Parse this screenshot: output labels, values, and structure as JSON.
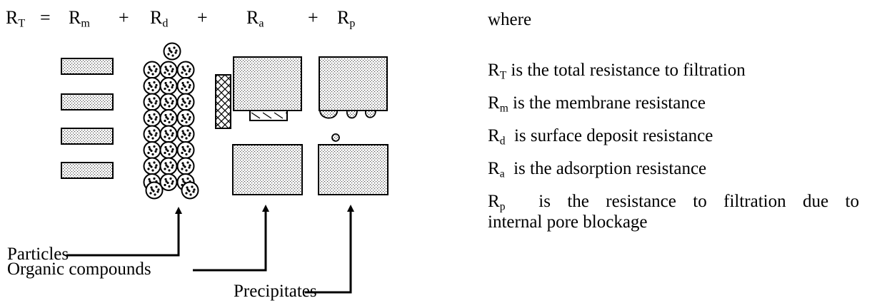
{
  "equation": {
    "total": "R",
    "total_sub": "T",
    "equals": "=",
    "terms": [
      {
        "sym": "R",
        "sub": "m"
      },
      {
        "sym": "R",
        "sub": "d"
      },
      {
        "sym": "R",
        "sub": "a"
      },
      {
        "sym": "R",
        "sub": "p"
      }
    ],
    "plus": "+"
  },
  "labels": {
    "particles": "Particles",
    "organic": "Organic compounds",
    "precipitates": "Precipitates"
  },
  "legend": {
    "where": "where",
    "items": [
      {
        "sym": "R",
        "sub": "T",
        "text": " is the total resistance to filtration"
      },
      {
        "sym": "R",
        "sub": "m",
        "text": " is the membrane resistance"
      },
      {
        "sym": "R",
        "sub": "d",
        "text": "  is surface deposit resistance"
      },
      {
        "sym": "R",
        "sub": "a",
        "text": "  is the adsorption resistance"
      },
      {
        "sym": "R",
        "sub": "p",
        "text": "  is the resistance to filtration due to"
      }
    ],
    "continuation": "internal pore blockage"
  }
}
